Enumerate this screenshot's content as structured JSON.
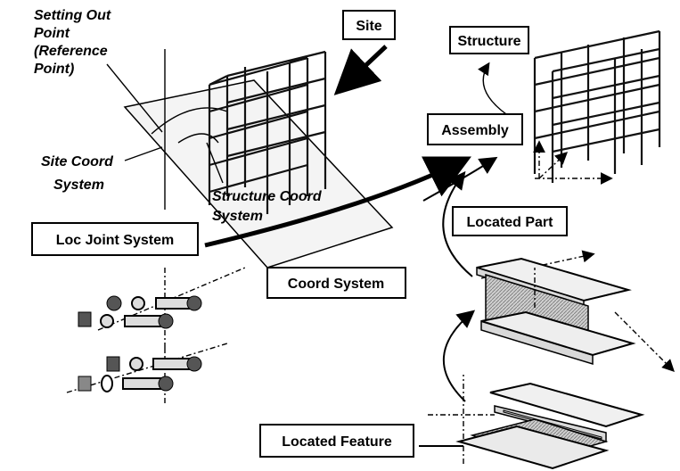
{
  "labels": {
    "site": "Site",
    "structure": "Structure",
    "assembly": "Assembly",
    "setting_out_line1": "Setting Out",
    "setting_out_line2": "Point",
    "setting_out_line3": "(Reference",
    "setting_out_line4": "Point)",
    "site_coord_line1": "Site Coord",
    "site_coord_line2": "System",
    "structure_coord_line1": "Structure Coord",
    "structure_coord_line2": "System",
    "loc_joint_system": "Loc Joint System",
    "located_part": "Located Part",
    "coord_system": "Coord System",
    "located_feature": "Located Feature"
  },
  "colors": {
    "ink": "#000000",
    "background": "#ffffff",
    "fill_gray": "#b8b8b8"
  }
}
